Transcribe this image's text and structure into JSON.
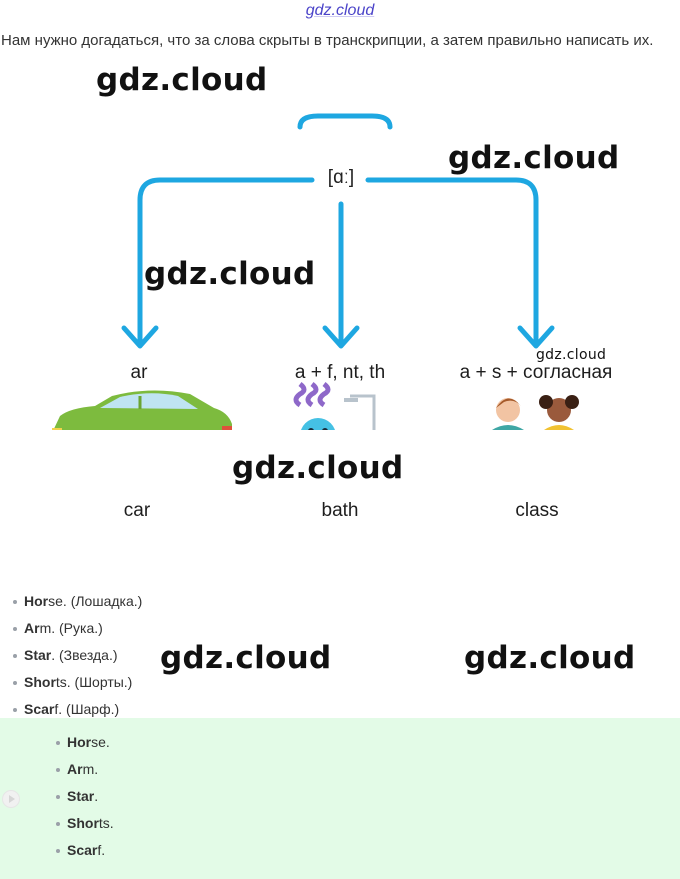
{
  "header": {
    "site_tag": "gdz.cloud"
  },
  "intro": {
    "text": "Нам нужно догадаться, что за слова скрыты в транскрипции, а затем правильно написать их."
  },
  "watermark": {
    "text": "gdz.cloud"
  },
  "diagram": {
    "transcription": "[ɑː]",
    "rules": [
      "ar",
      "a + f, nt, th",
      "a + s + согласная"
    ],
    "examples": [
      "car",
      "bath",
      "class"
    ],
    "icons": [
      "car-icon",
      "bathtub-icon",
      "classroom-icon"
    ],
    "arrow_color": "#1ea7e1"
  },
  "list": {
    "items": [
      {
        "bold": "Hor",
        "rest": "se.",
        "translation": " (Лошадка.)"
      },
      {
        "bold": "Ar",
        "rest": "m.",
        "translation": " (Рука.)"
      },
      {
        "bold": "Star",
        "rest": ".",
        "translation": " (Звезда.)"
      },
      {
        "bold": "Shor",
        "rest": "ts.",
        "translation": " (Шорты.)"
      },
      {
        "bold": "Scar",
        "rest": "f.",
        "translation": " (Шарф.)"
      }
    ]
  },
  "answers": {
    "background": "#e3fbe7",
    "items": [
      {
        "bold": "Hor",
        "rest": "se."
      },
      {
        "bold": "Ar",
        "rest": "m."
      },
      {
        "bold": "Star",
        "rest": "."
      },
      {
        "bold": "Shor",
        "rest": "ts."
      },
      {
        "bold": "Scar",
        "rest": "f."
      }
    ]
  }
}
